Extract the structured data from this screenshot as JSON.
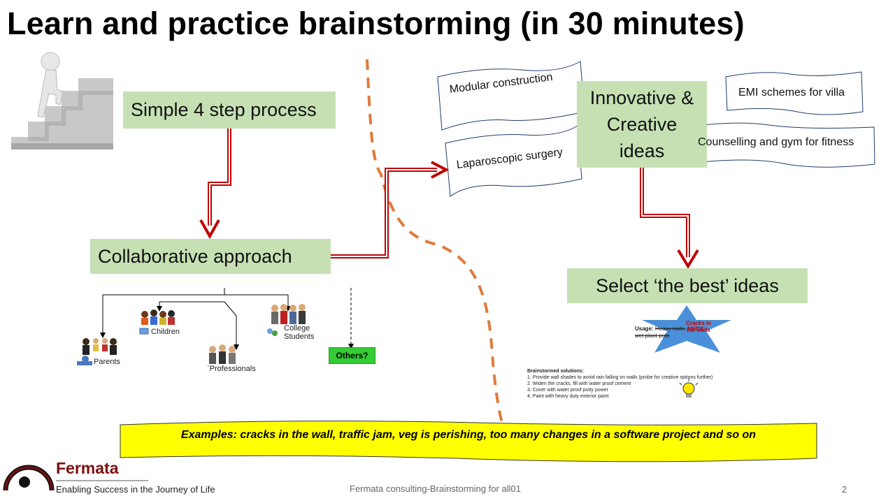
{
  "title": "Learn and practice brainstorming (in 30 minutes)",
  "boxes": {
    "simple_process": "Simple 4 step process",
    "collaborative": "Collaborative approach",
    "innovative_lines": [
      "Innovative &",
      "Creative",
      "ideas"
    ],
    "select_best": "Select ‘the best’ ideas"
  },
  "flags": {
    "modular": "Modular construction",
    "laparoscopic": "Laparoscopic surgery",
    "emi": "EMI schemes for villa",
    "counselling": "Counselling and gym for fitness"
  },
  "participants": {
    "children": "Children",
    "college_line1": "College",
    "college_line2": "Students",
    "parents": "Parents",
    "professionals": "`Professionals",
    "others": "Others?"
  },
  "usage": {
    "label": "Usage:",
    "struck_1": "Heavy nails,",
    "rains": "rains",
    "struck_2": "wet plant pots",
    "star_text": "Cracks in the walls"
  },
  "solutions": {
    "heading": "Brainstormed solutions:",
    "items": [
      "1.  Provide wall shades to avoid rain falling on walls (probe for creative options further)",
      "2.  Widen the cracks, fill with water proof cement",
      "3.  Cover with water proof putty power",
      "4.  Paint with heavy duty exterior paint"
    ]
  },
  "banner": "Examples: cracks in the wall, traffic jam, veg  is perishing, too many changes in a software project and so on",
  "brand": {
    "name": "Fermata",
    "tagline": "Enabling Success in the Journey of Life"
  },
  "footer": "Fermata consulting-Brainstorming for all01",
  "page_number": "2",
  "colors": {
    "box_green": "#c6e0b4",
    "arrow_red": "#c00000",
    "dash_orange": "#e07a3a",
    "banner_yellow": "#ffff00",
    "others_green": "#33cc33",
    "star_blue": "#4a90d9",
    "brand_red": "#7a1010"
  }
}
